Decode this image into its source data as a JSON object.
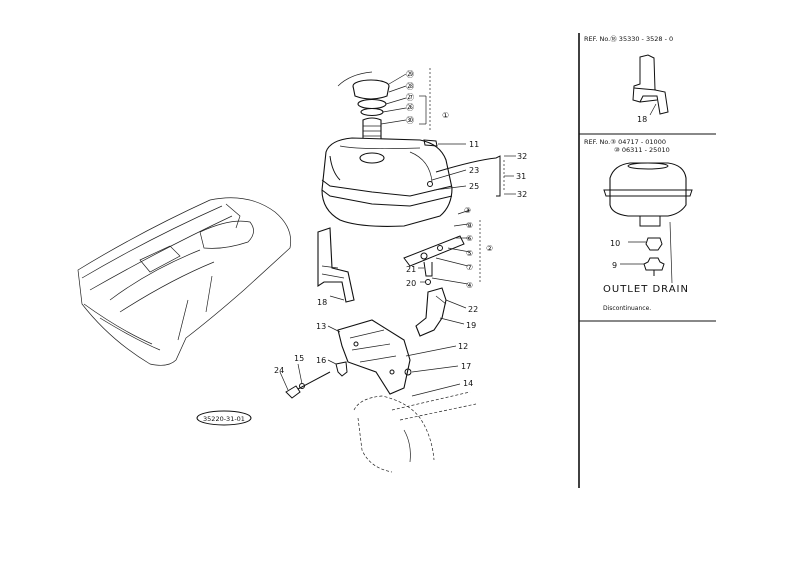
{
  "drawing_code": "35220-31-01",
  "callouts": [
    {
      "id": "c11",
      "label": "11"
    },
    {
      "id": "c32a",
      "label": "32"
    },
    {
      "id": "c31",
      "label": "31"
    },
    {
      "id": "c32b",
      "label": "32"
    },
    {
      "id": "c23",
      "label": "23"
    },
    {
      "id": "c25",
      "label": "25"
    },
    {
      "id": "c3",
      "label": "③"
    },
    {
      "id": "c8",
      "label": "⑧"
    },
    {
      "id": "c6",
      "label": "⑥"
    },
    {
      "id": "c5",
      "label": "⑤"
    },
    {
      "id": "c7",
      "label": "⑦"
    },
    {
      "id": "c4",
      "label": "④"
    },
    {
      "id": "c2",
      "label": "②"
    },
    {
      "id": "c1",
      "label": "①"
    },
    {
      "id": "c21",
      "label": "21"
    },
    {
      "id": "c20",
      "label": "20"
    },
    {
      "id": "c22",
      "label": "22"
    },
    {
      "id": "c18",
      "label": "18"
    },
    {
      "id": "c19",
      "label": "19"
    },
    {
      "id": "c13",
      "label": "13"
    },
    {
      "id": "c12",
      "label": "12"
    },
    {
      "id": "c17",
      "label": "17"
    },
    {
      "id": "c16",
      "label": "16"
    },
    {
      "id": "c24",
      "label": "24"
    },
    {
      "id": "c15",
      "label": "15"
    },
    {
      "id": "c14",
      "label": "14"
    }
  ],
  "cap_callouts": [
    "㉙",
    "㉘",
    "㉗",
    "㉖",
    "㉚"
  ],
  "panel_top": {
    "ref": "REF. No.⑱ 35330 - 3528 - 0",
    "part_label": "18"
  },
  "panel_mid": {
    "ref_line1": "REF. No.③ 04717 - 01000",
    "ref_line2": "⑩ 06311 - 25010",
    "label_10": "10",
    "label_9": "9",
    "title": "OUTLET DRAIN",
    "note": "Discontinuance."
  }
}
